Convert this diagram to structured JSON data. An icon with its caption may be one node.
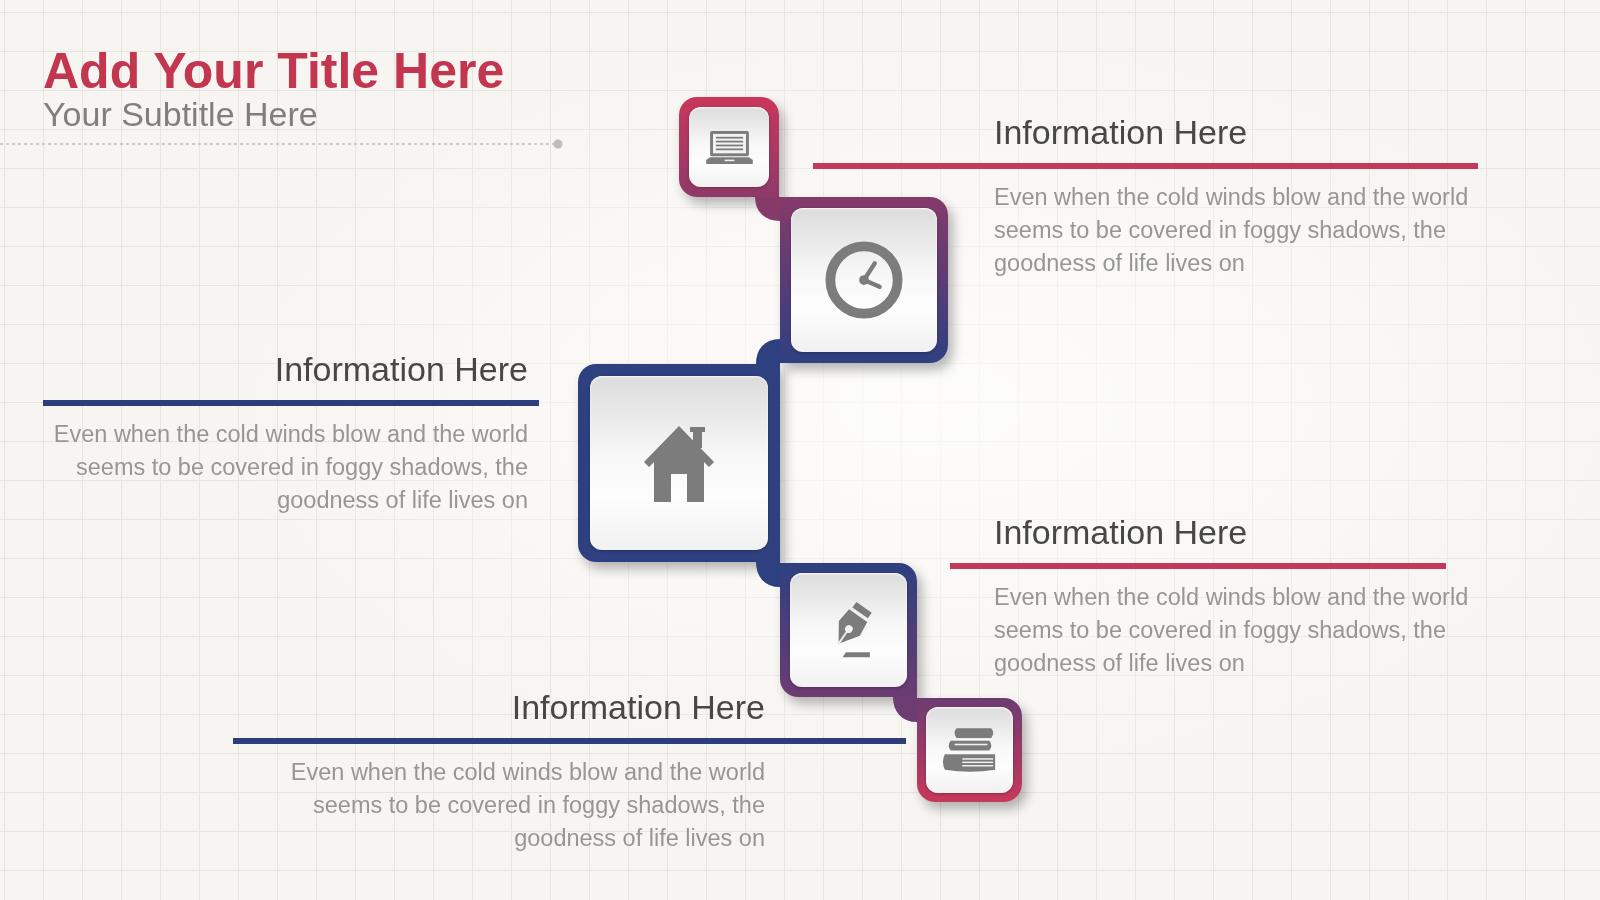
{
  "diagram": {
    "title": "Add Your Title Here",
    "nodes": [
      {
        "text": [],
        "shape": "box"
      },
      {
        "text": [],
        "shape": "box"
      },
      {
        "text": [],
        "shape": "box"
      },
      {
        "text": [],
        "shape": "box"
      },
      {
        "text": [],
        "shape": "box"
      }
    ],
    "edges": [
      {
        "from": 0,
        "to": 1,
        "arrow": "none",
        "color": "#853a6a"
      },
      {
        "from": 1,
        "to": 2,
        "arrow": "none"
      },
      {
        "from": 2,
        "to": 3,
        "arrow": "none"
      },
      {
        "from": 3,
        "to": 4,
        "arrow": "none",
        "color": "#6c3c72"
      }
    ],
    "labels": [
      "Your Subtitle Here",
      "Information Here",
      "Even when the cold winds blow and the world seems to be covered in foggy shadows, the goodness of life lives on",
      "Information Here",
      "Even when the cold winds blow and the world seems to be covered in foggy shadows, the goodness of life lives on",
      "Information Here",
      "Even when the cold winds blow and the world seems to be covered in foggy shadows, the goodness of life lives on",
      "Information Here",
      "Even when the cold winds blow and the world seems to be covered in foggy shadows, the goodness of life lives on"
    ]
  }
}
